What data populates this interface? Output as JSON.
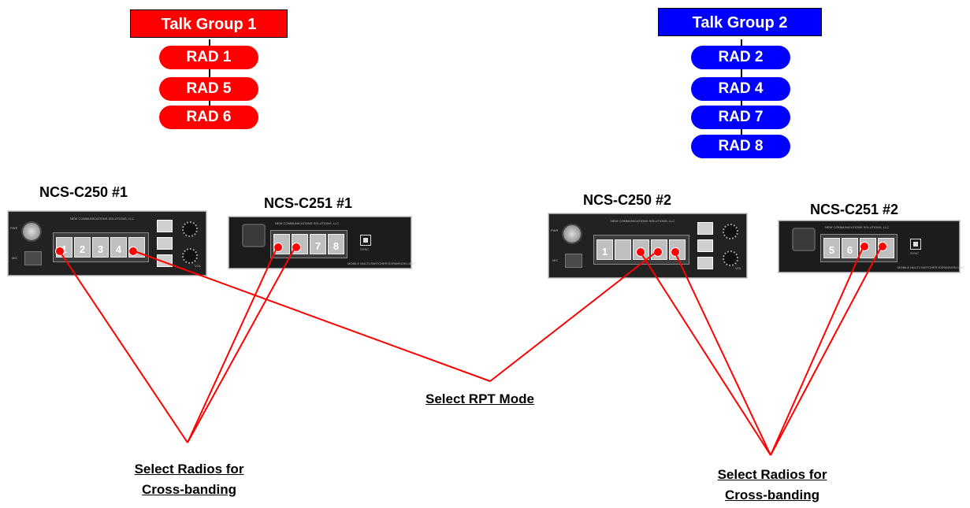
{
  "colors": {
    "group1": "#ff0000",
    "group2": "#0000ff",
    "line": "#ff0000"
  },
  "talk_groups": [
    {
      "label": "Talk Group 1",
      "radios": [
        "RAD 1",
        "RAD 5",
        "RAD 6"
      ]
    },
    {
      "label": "Talk Group 2",
      "radios": [
        "RAD 2",
        "RAD 4",
        "RAD 7",
        "RAD 8"
      ]
    }
  ],
  "devices": [
    {
      "title": "NCS-C250 #1",
      "keys": [
        "1",
        "2",
        "3",
        "4",
        ""
      ]
    },
    {
      "title": "NCS-C251 #1",
      "keys": [
        "",
        "",
        "7",
        "8"
      ]
    },
    {
      "title": "NCS-C250 #2",
      "keys": [
        "1",
        "",
        "3",
        "",
        ""
      ]
    },
    {
      "title": "NCS-C251 #2",
      "keys": [
        "5",
        "6",
        "",
        ""
      ]
    }
  ],
  "annotations": {
    "rpt": "Select RPT Mode",
    "cross_left": [
      "Select Radios for",
      "Cross-banding"
    ],
    "cross_right": [
      "Select Radios for",
      "Cross-banding"
    ]
  },
  "device_text": {
    "brand": "NEW COMMUNICATIONS SOLUTIONS, LLC",
    "pwr": "PWR",
    "mic": "MIC",
    "vol": "VOL",
    "sync": "SYNC",
    "expansion": "MOBILE MULTI-SWITCHER EXPANSION UNIT"
  }
}
